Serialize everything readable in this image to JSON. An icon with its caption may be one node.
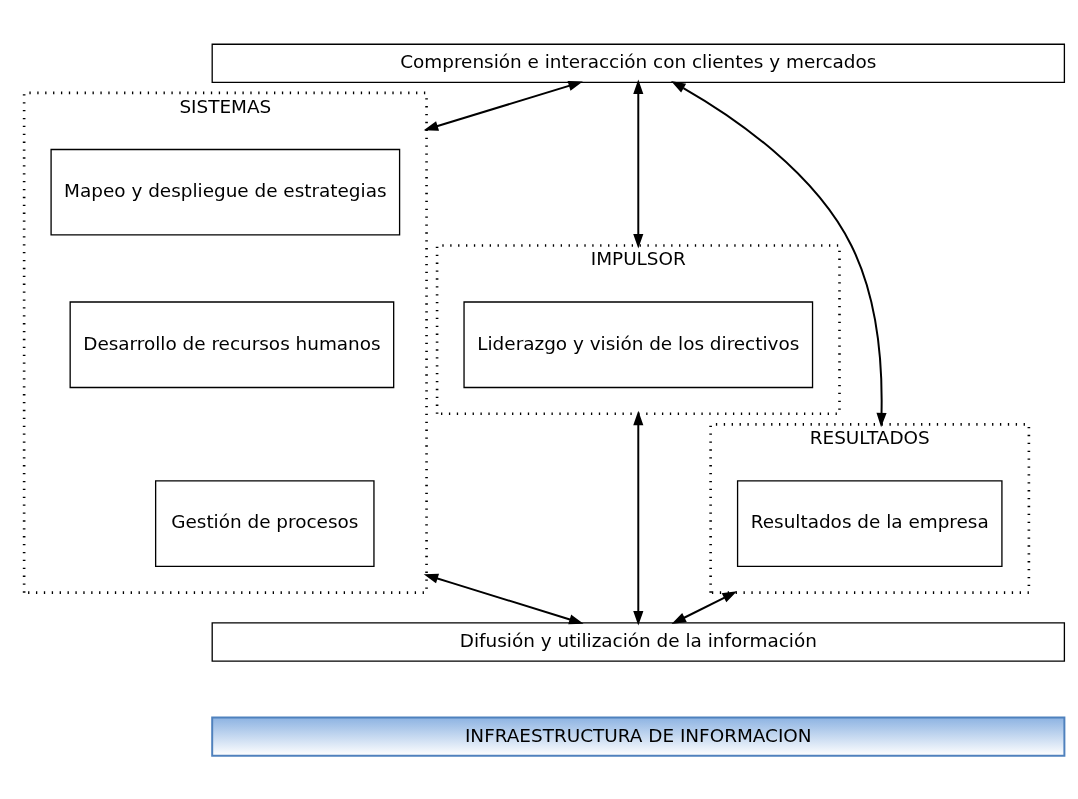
{
  "diagram": {
    "nodes": [
      {
        "text": [
          "Comprensión e interacción con clientes y mercados"
        ]
      },
      {
        "text": [
          "IMPULSOR"
        ]
      },
      {
        "text": [
          "Liderazgo y visión de los directivos"
        ],
        "in": 1
      },
      {
        "text": [
          "SISTEMAS"
        ]
      },
      {
        "text": [
          "Mapeo y despliegue de estrategias"
        ],
        "in": 3
      },
      {
        "text": [
          "Desarrollo de recursos humanos"
        ],
        "in": 3
      },
      {
        "text": [
          "Gestión de procesos"
        ],
        "in": 3
      },
      {
        "text": [
          "RESULTADOS"
        ]
      },
      {
        "text": [
          "Resultados de la empresa"
        ],
        "in": 7
      },
      {
        "text": [
          "Difusión y utilización de la información"
        ]
      },
      {
        "text": [
          "INFRAESTRUCTURA DE INFORMACION"
        ]
      }
    ],
    "edges": [
      {
        "from": 0,
        "to": 1,
        "arrow": "both"
      },
      {
        "from": 0,
        "to": 3,
        "arrow": "both"
      },
      {
        "from": 0,
        "to": 7,
        "arrow": "both"
      },
      {
        "from": 1,
        "to": 9,
        "arrow": "both"
      },
      {
        "from": 3,
        "to": 9,
        "arrow": "both"
      },
      {
        "from": 7,
        "to": 9,
        "arrow": "both"
      }
    ]
  }
}
